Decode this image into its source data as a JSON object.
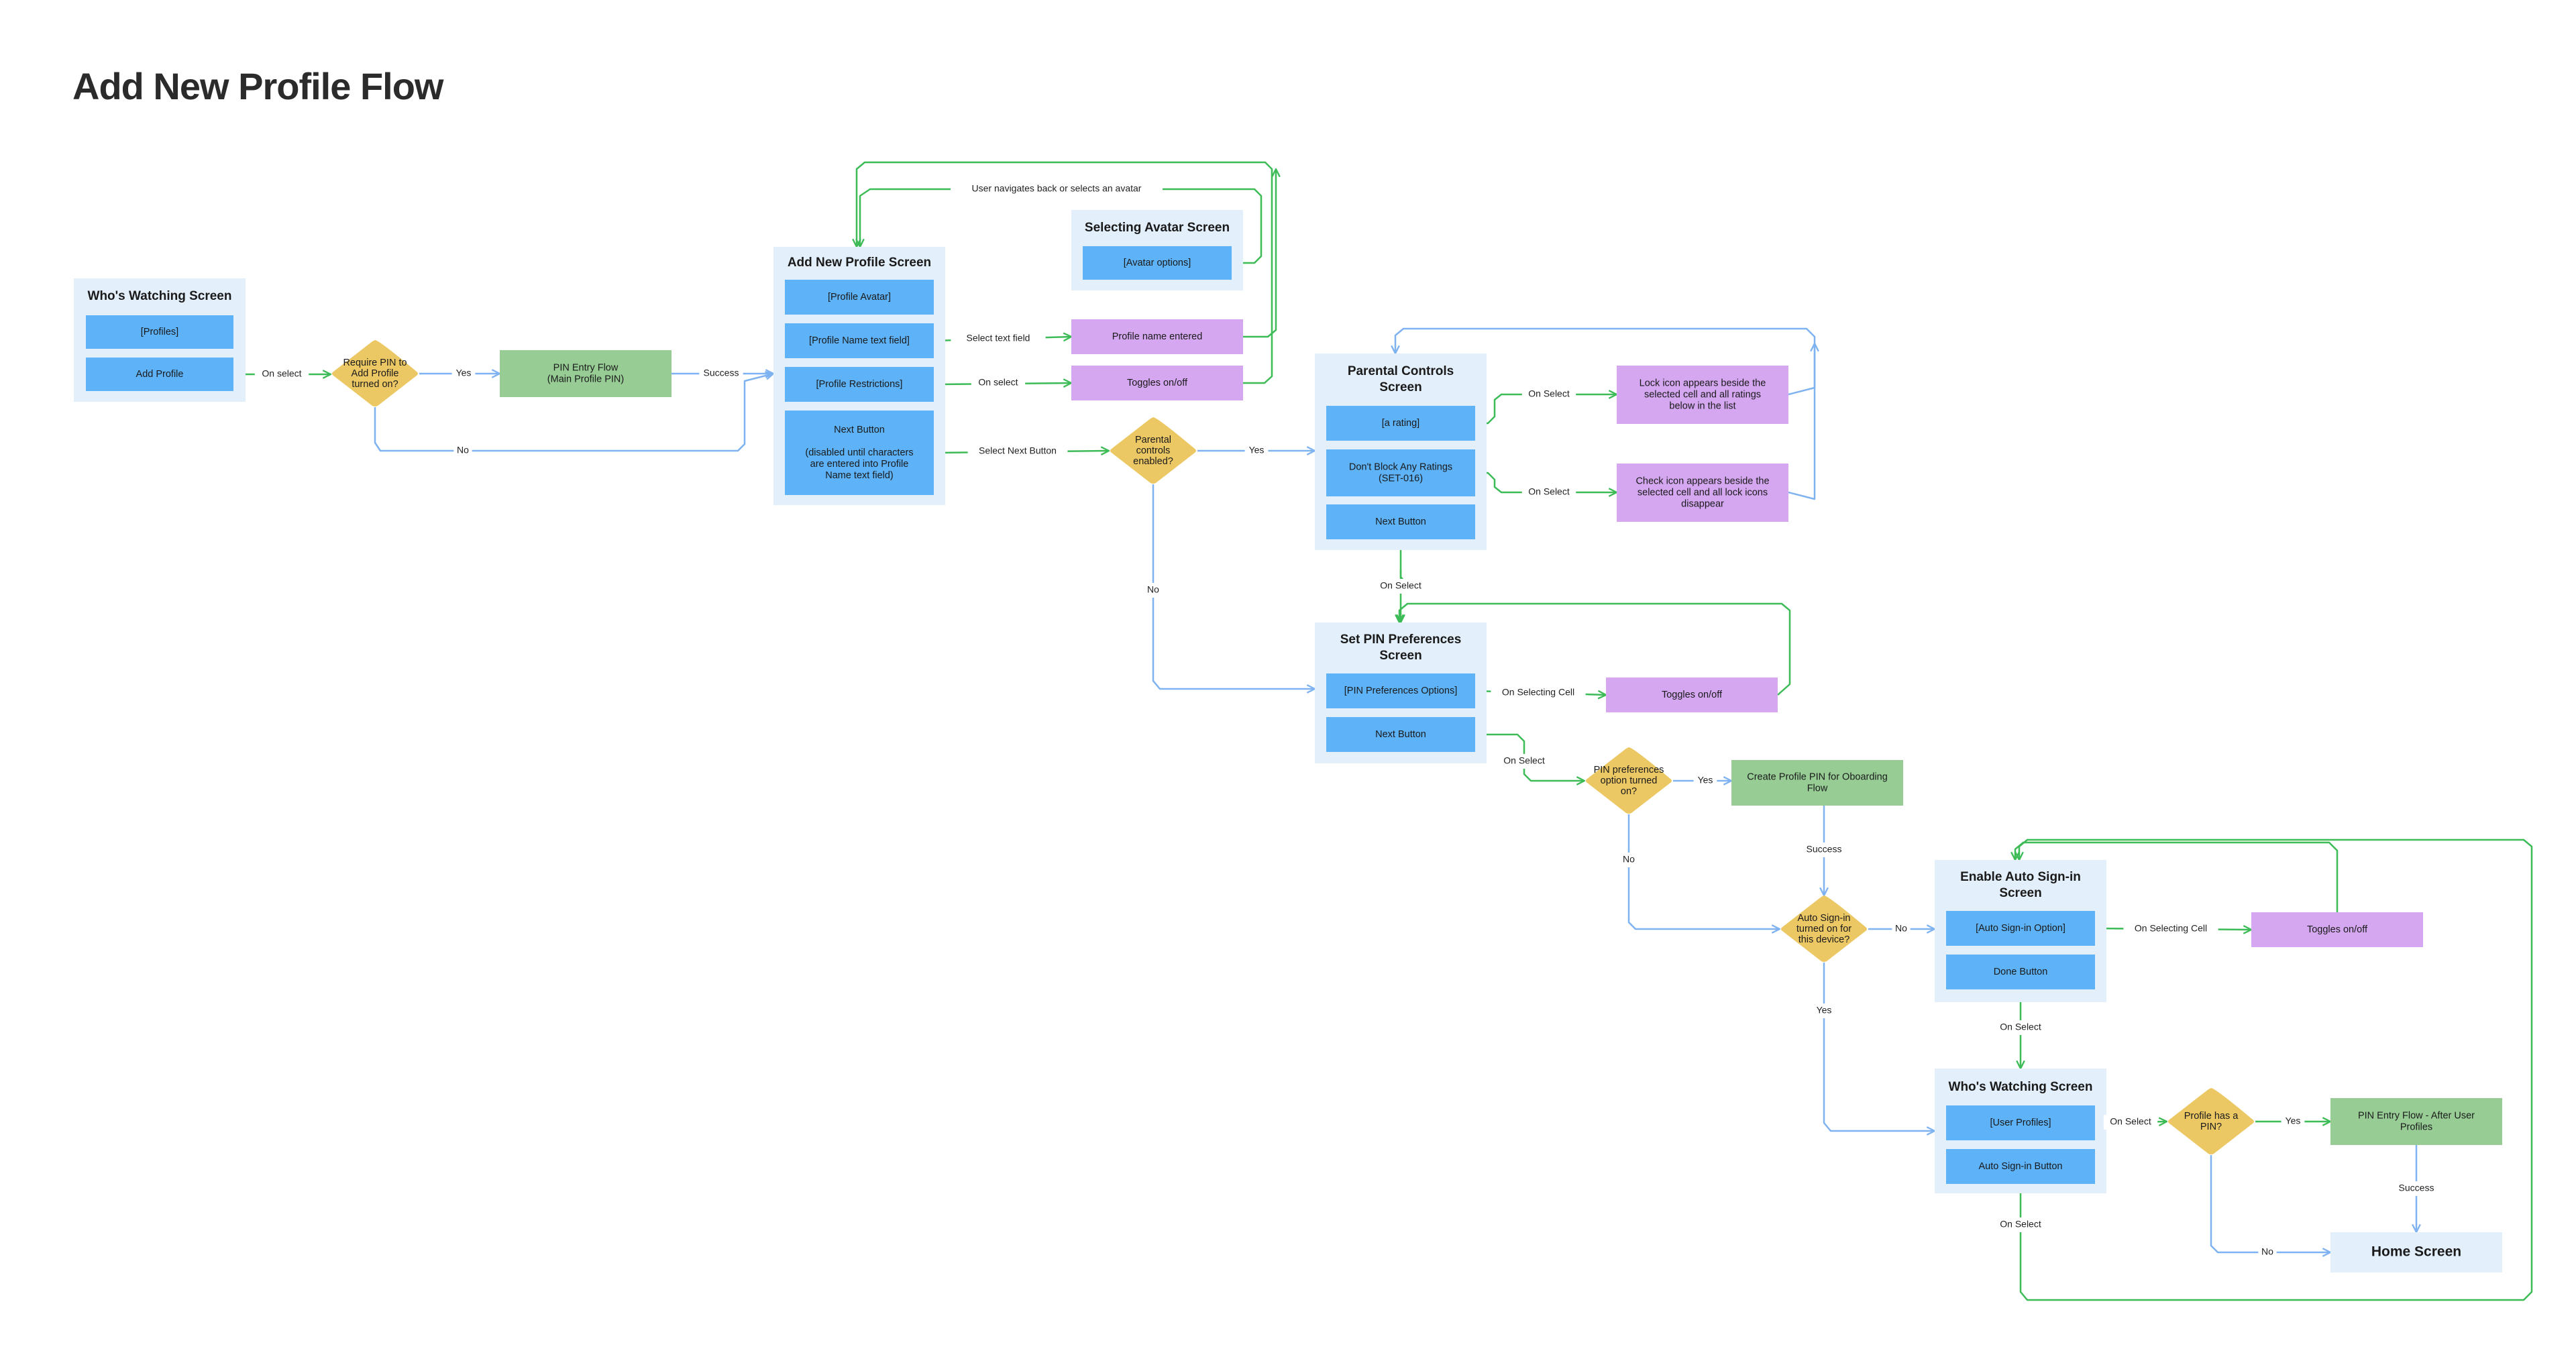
{
  "title": "Add New Profile Flow",
  "colors": {
    "screen_bg": "#e3effb",
    "cell": "#5db2f8",
    "action": "#d4a7f0",
    "flow": "#97cd95",
    "decision": "#ecc865",
    "green_line": "#3dbb57",
    "blue_line": "#7fb2f0"
  },
  "screens": {
    "whos_watching_1": {
      "title": "Who's Watching Screen",
      "cells": [
        "[Profiles]",
        "Add Profile"
      ]
    },
    "add_new_profile": {
      "title": "Add New Profile Screen",
      "cells": [
        "[Profile Avatar]",
        "[Profile Name text field]",
        "[Profile Restrictions]",
        "Next Button\n\n(disabled until characters\nare entered into Profile\nName text field)"
      ]
    },
    "selecting_avatar": {
      "title": "Selecting Avatar Screen",
      "cells": [
        "[Avatar options]"
      ]
    },
    "parental_controls": {
      "title": "Parental Controls\nScreen",
      "cells": [
        "[a rating]",
        "Don't Block Any Ratings\n(SET-016)",
        "Next Button"
      ]
    },
    "set_pin_preferences": {
      "title": "Set PIN Preferences\nScreen",
      "cells": [
        "[PIN Preferences Options]",
        "Next Button"
      ]
    },
    "enable_auto_signin": {
      "title": "Enable Auto Sign-in\nScreen",
      "cells": [
        "[Auto Sign-in Option]",
        "Done Button"
      ]
    },
    "whos_watching_2": {
      "title": "Who's Watching Screen",
      "cells": [
        "[User Profiles]",
        "Auto Sign-in Button"
      ]
    },
    "home": {
      "title": "Home Screen"
    }
  },
  "actions": {
    "profile_name_entered": "Profile name entered",
    "toggles_1": "Toggles on/off",
    "lock_icon": "Lock icon appears beside the\nselected cell and all ratings\nbelow in the list",
    "check_icon": "Check icon appears beside the\nselected cell and all lock icons\ndisappear",
    "toggles_2": "Toggles on/off",
    "toggles_3": "Toggles on/off"
  },
  "flows": {
    "pin_entry_main": "PIN Entry Flow\n(Main Profile PIN)",
    "create_profile_pin": "Create Profile PIN for Oboarding\nFlow",
    "pin_entry_after": "PIN Entry Flow - After User\nProfiles"
  },
  "decisions": {
    "require_pin": "Require PIN to\nAdd Profile\nturned on?",
    "parental_enabled": "Parental\ncontrols\nenabled?",
    "pin_pref_on": "PIN preferences\noption turned\non?",
    "auto_signin_on": "Auto Sign-in\nturned on for\nthis device?",
    "profile_has_pin": "Profile has a\nPIN?"
  },
  "edge_labels": {
    "on_select_1": "On select",
    "yes_1": "Yes",
    "success_1": "Success",
    "no_1": "No",
    "user_navigates": "User navigates back or selects an avatar",
    "select_text_field": "Select text field",
    "on_select_2": "On select",
    "select_next_button": "Select Next Button",
    "yes_2": "Yes",
    "no_2": "No",
    "on_select_lock": "On Select",
    "on_select_check": "On Select",
    "on_select_parental_next": "On Select",
    "on_selecting_cell_1": "On Selecting Cell",
    "on_select_pin_next": "On Select",
    "yes_3": "Yes",
    "no_3": "No",
    "success_2": "Success",
    "no_4": "No",
    "on_selecting_cell_2": "On Selecting Cell",
    "yes_4": "Yes",
    "on_select_done": "On Select",
    "on_select_profiles": "On Select",
    "yes_5": "Yes",
    "success_3": "Success",
    "no_5": "No",
    "on_select_auto_signin": "On Select"
  }
}
